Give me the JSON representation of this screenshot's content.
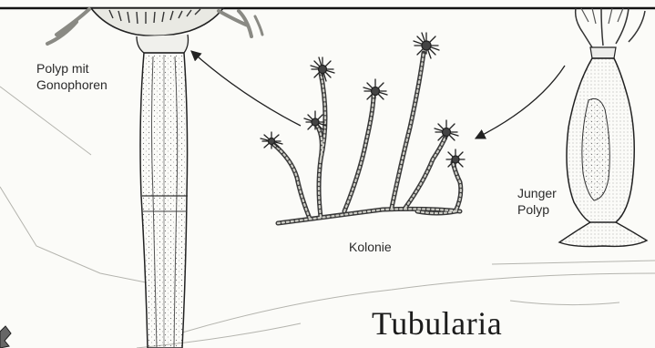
{
  "labels": {
    "polyp_gonophoren": [
      "Polyp mit",
      "Gonophoren"
    ],
    "kolonie": "Kolonie",
    "junger_polyp": [
      "Junger",
      "Polyp"
    ]
  },
  "title": "Tubularia"
}
